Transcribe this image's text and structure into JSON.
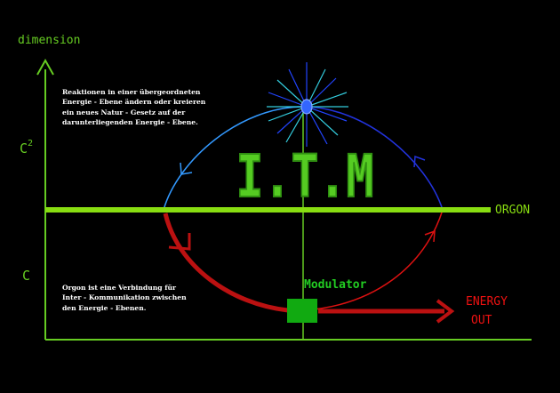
{
  "axes": {
    "y_label": "dimension",
    "y_tick_upper": "C",
    "y_tick_upper_exponent": "2",
    "y_tick_lower": "C",
    "x_label": "ORGON"
  },
  "title": "I.T.M",
  "modulator_label": "Modulator",
  "output_label_line1": "ENERGY",
  "output_label_line2": "OUT",
  "note_upper": "Reaktionen in einer übergeordneten\nEnergie - Ebene ändern oder kreieren\nein neues Natur - Gesetz auf der\ndarunterliegenden Energie - Ebene.",
  "note_lower": "Orgon ist eine Verbindung für\nInter - Kommunikation zwischen\nden Energie - Ebenen.",
  "colors": {
    "axis": "#66cc22",
    "orgon_line": "#88dd11",
    "title_fill": "#55cc22",
    "arc_left": "#3399ff",
    "arc_right": "#2233dd",
    "arc_lower": "#dd1111",
    "thick_red": "#bb1111",
    "modulator_box": "#11aa11",
    "star_core": "#3366ff",
    "star_rays": "#33ccdd",
    "text_white": "#ffffff",
    "energy_out": "#ee1111"
  }
}
